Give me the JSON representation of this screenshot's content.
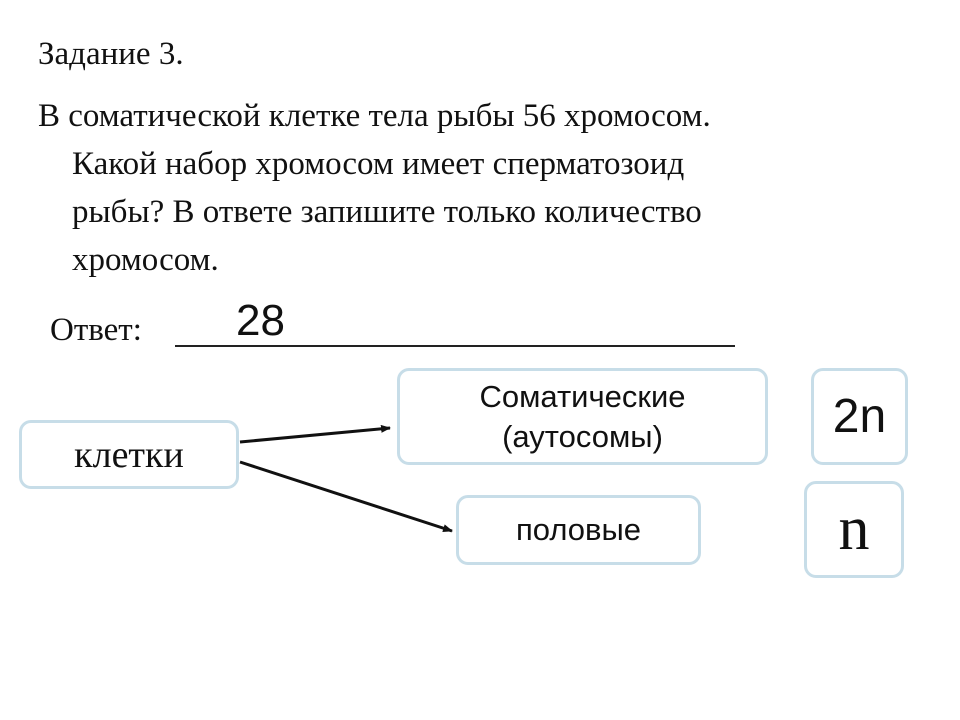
{
  "task": {
    "title": "Задание 3.",
    "question_lines": [
      "В соматической клетке тела рыбы 56 хромосом.",
      "Какой набор хромосом имеет сперматозоид",
      "рыбы? В ответе запишите только количество",
      "хромосом."
    ],
    "answer_label": "Ответ:",
    "answer_value": "28"
  },
  "diagram": {
    "cells": "клетки",
    "somatic_line1": "Соматические",
    "somatic_line2": "(аутосомы)",
    "sex": "половые",
    "diploid": "2n",
    "haploid": "n"
  }
}
